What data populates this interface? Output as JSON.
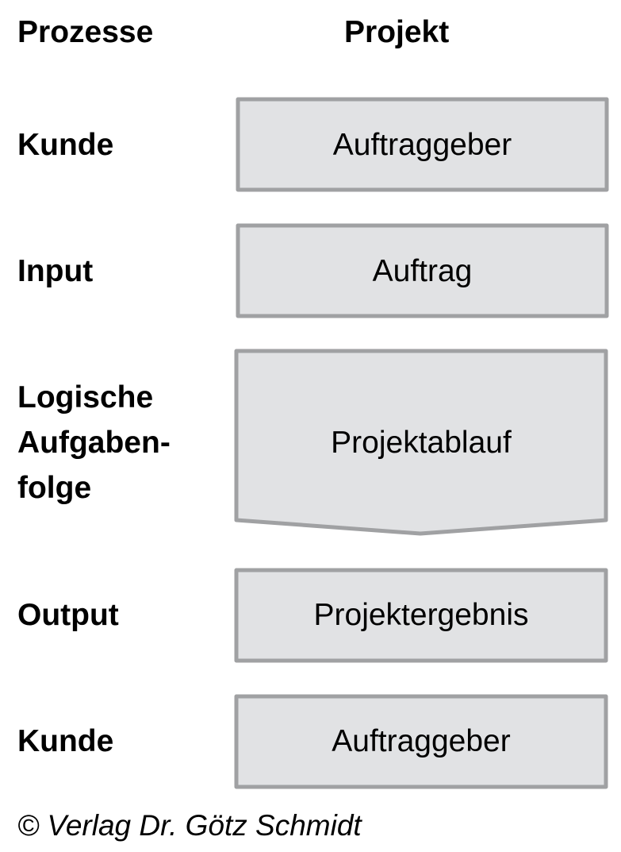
{
  "headers": {
    "left": "Prozesse",
    "right": "Projekt"
  },
  "rows": [
    {
      "process": "Kunde",
      "project": "Auftraggeber"
    },
    {
      "process": "Input",
      "project": "Auftrag"
    },
    {
      "process": "Logische Aufgaben-folge",
      "process_lines": [
        "Logische",
        "Aufgaben-",
        "folge"
      ],
      "project": "Projektablauf"
    },
    {
      "process": "Output",
      "project": "Projektergebnis"
    },
    {
      "process": "Kunde",
      "project": "Auftraggeber"
    }
  ],
  "footer": "© Verlag Dr. Götz Schmidt",
  "colors": {
    "box_fill": "#e1e2e4",
    "box_border": "#a0a1a3"
  }
}
